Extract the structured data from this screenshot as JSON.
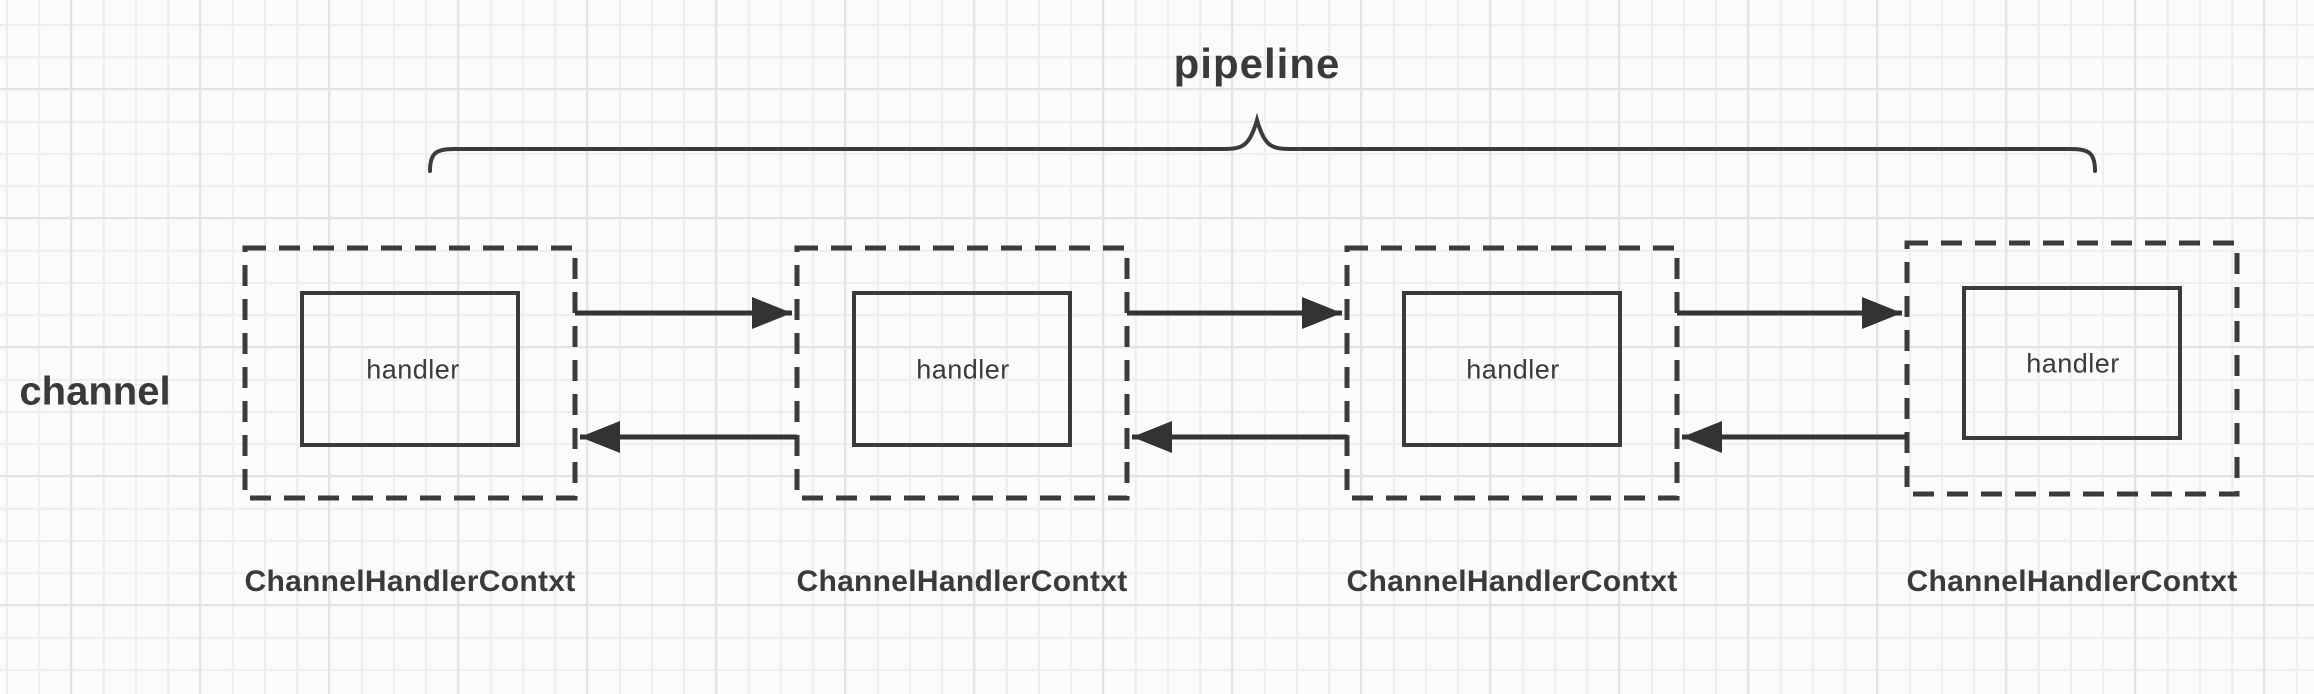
{
  "diagram": {
    "title": "pipeline",
    "channel_label": "channel",
    "units": [
      {
        "handler_label": "handler",
        "context_label": "ChannelHandlerContxt"
      },
      {
        "handler_label": "handler",
        "context_label": "ChannelHandlerContxt"
      },
      {
        "handler_label": "handler",
        "context_label": "ChannelHandlerContxt"
      },
      {
        "handler_label": "handler",
        "context_label": "ChannelHandlerContxt"
      }
    ],
    "colors": {
      "stroke": "#3b3b3b",
      "text": "#3a3a3a",
      "background": "#fbfbfc",
      "grid_minor": "#ededf2",
      "grid_major": "#e2e2e9"
    }
  }
}
